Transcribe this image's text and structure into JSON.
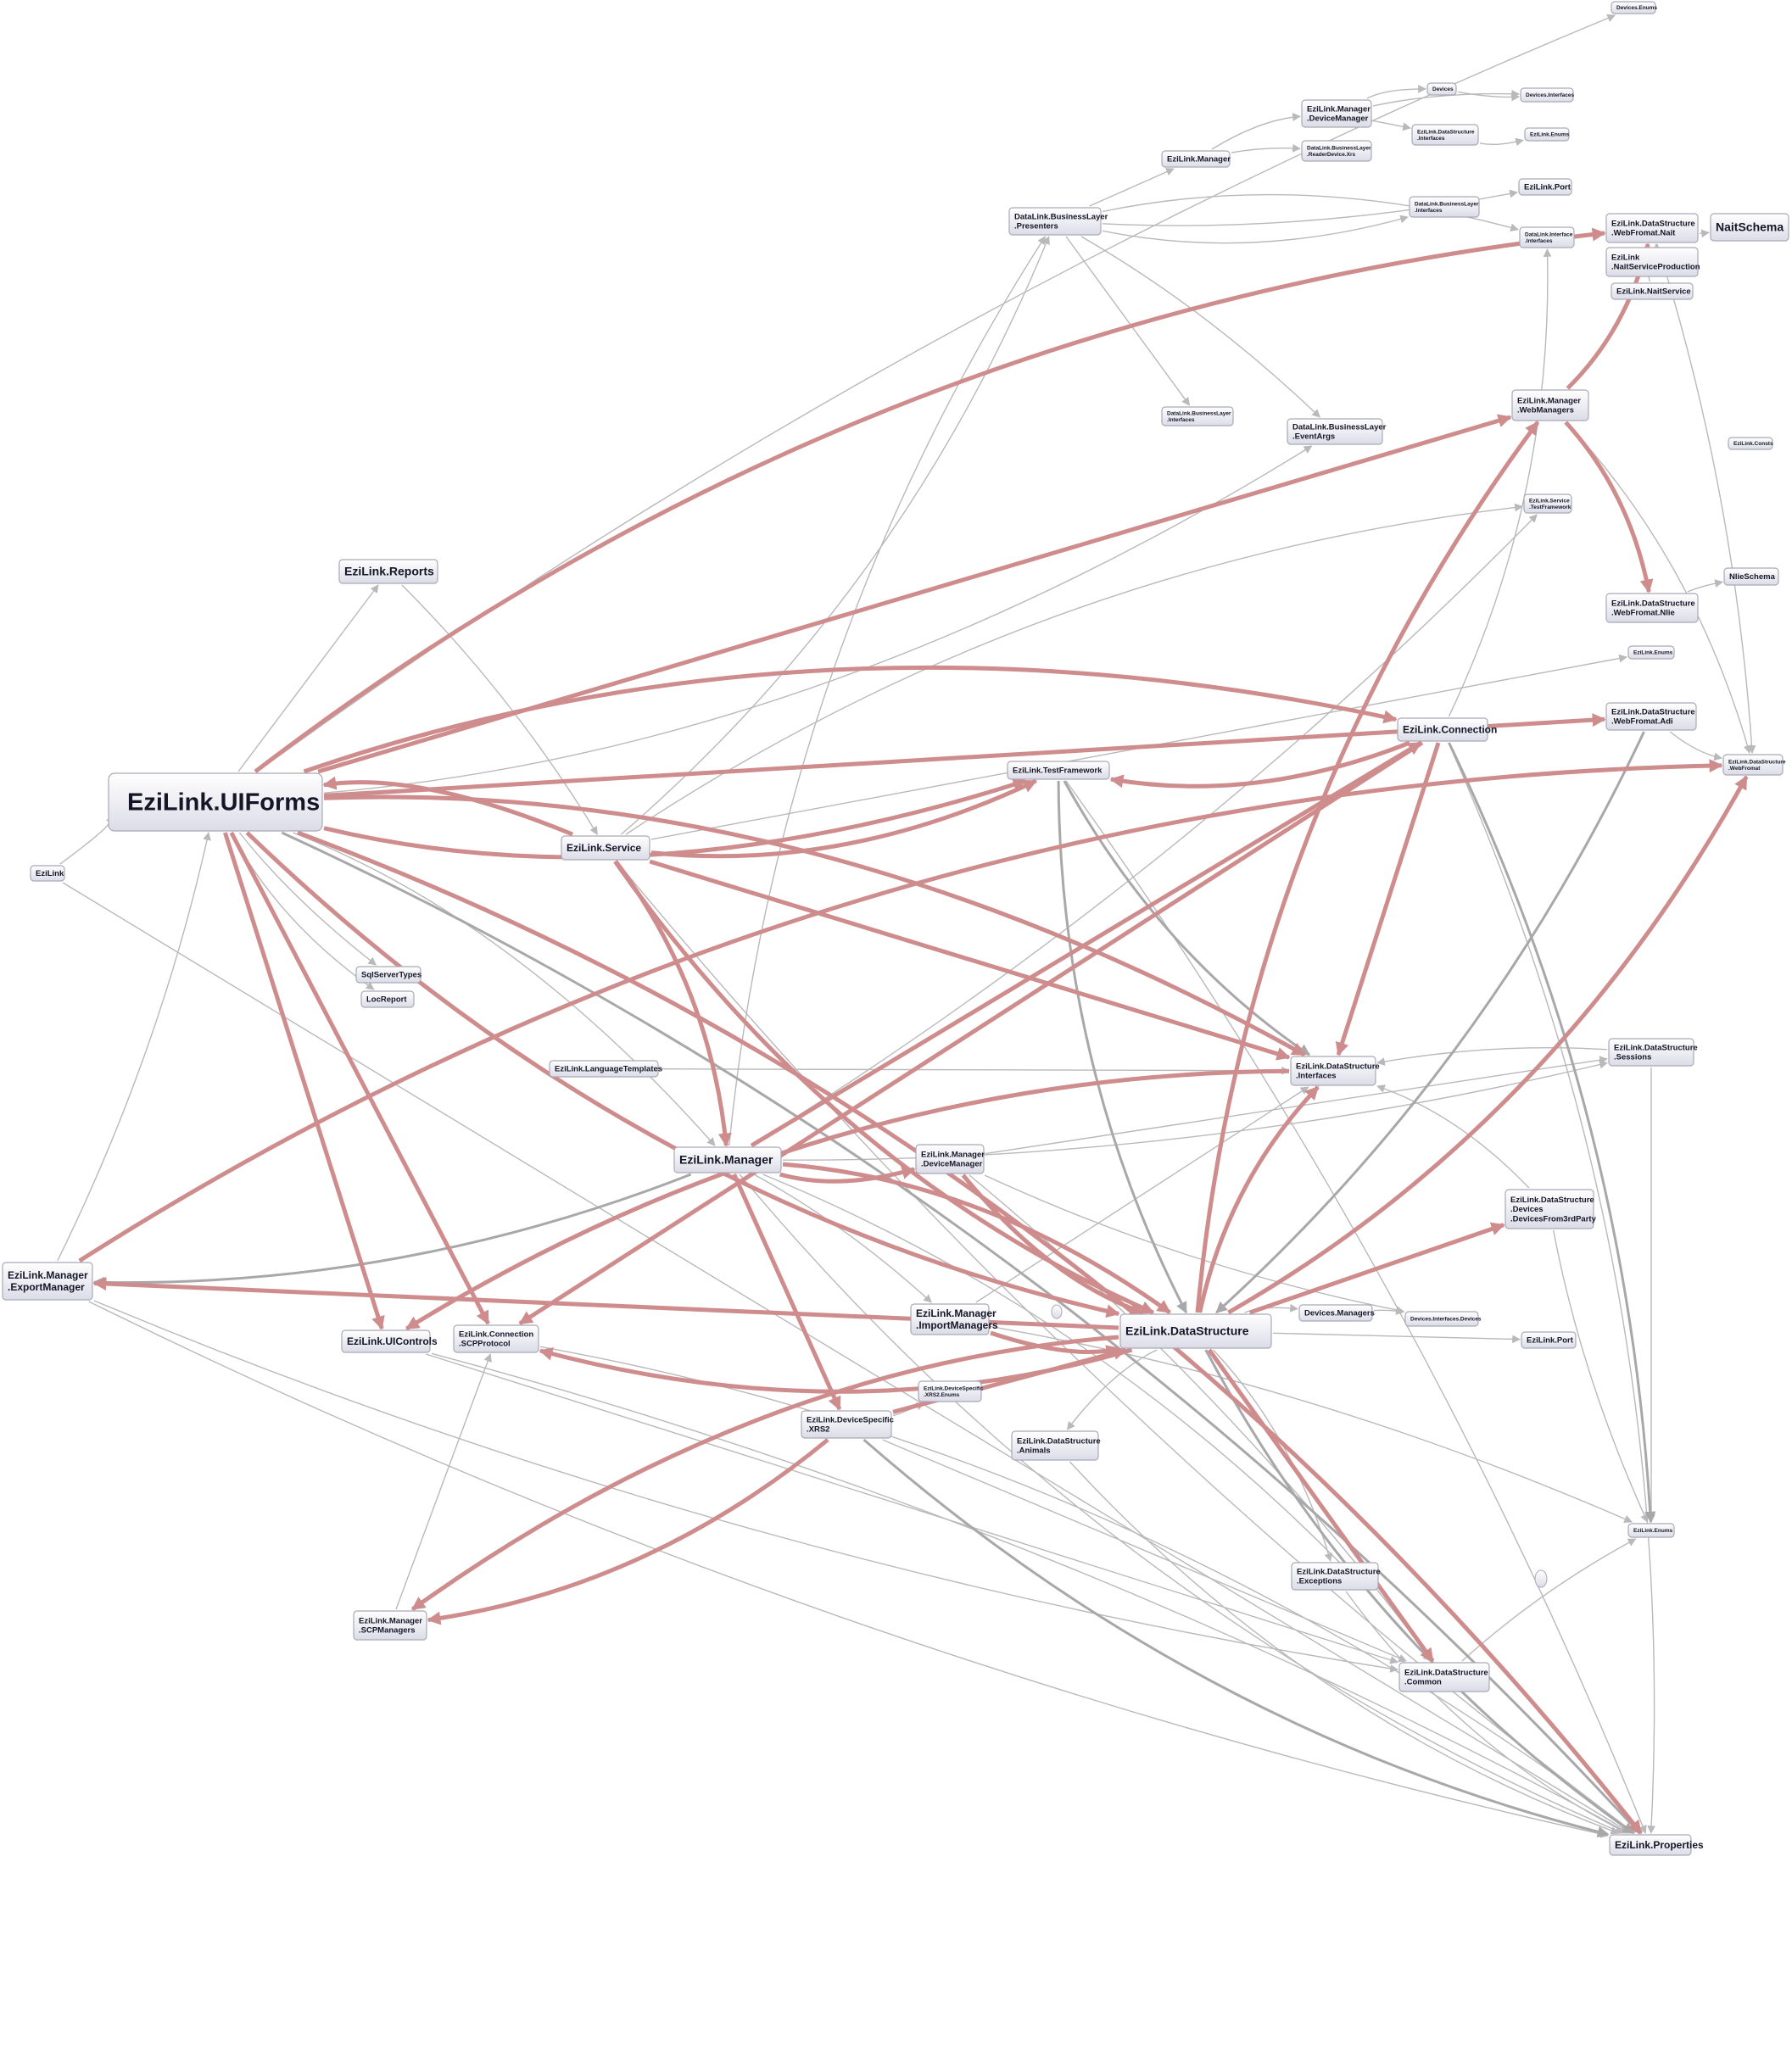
{
  "colors": {
    "background": "#ffffff",
    "node_fill_top": "#ffffff",
    "node_fill_bottom": "#dcdce8",
    "node_border": "#a9a9b8",
    "node_text": "#151528",
    "edge_gray": "#b9b9bb",
    "edge_dark_gray": "#a8a8aa",
    "edge_red": "#cf8c8c"
  },
  "nodes": [
    {
      "id": "devices_enums_top",
      "lines": [
        "Devices.Enums"
      ],
      "size": "xs"
    },
    {
      "id": "devices",
      "lines": [
        "Devices"
      ],
      "size": "xs"
    },
    {
      "id": "devices_interfaces",
      "lines": [
        "Devices.Interfaces"
      ],
      "size": "xs"
    },
    {
      "id": "manager_devicemanager_top",
      "lines": [
        "EziLink.Manager",
        ".DeviceManager"
      ],
      "size": "s"
    },
    {
      "id": "ezilink_datastructure_interfaces_top",
      "lines": [
        "EziLink.DataStructure",
        ".Interfaces"
      ],
      "size": "xs"
    },
    {
      "id": "ezilink_enums_top",
      "lines": [
        "EziLink.Enums"
      ],
      "size": "xs"
    },
    {
      "id": "ezilink_manager_top",
      "lines": [
        "EziLink.Manager"
      ],
      "size": "s"
    },
    {
      "id": "datalink_readerdevice",
      "lines": [
        "DataLink.BusinessLayer",
        ".ReaderDevice.Xrs"
      ],
      "size": "xs"
    },
    {
      "id": "ezilink_port_top",
      "lines": [
        "EziLink.Port"
      ],
      "size": "s"
    },
    {
      "id": "datalink_presenters",
      "lines": [
        "DataLink.BusinessLayer",
        ".Presenters"
      ],
      "size": "s"
    },
    {
      "id": "datalink_bl_interfaces_top",
      "lines": [
        "DataLink.BusinessLayer",
        ".Interfaces"
      ],
      "size": "xs"
    },
    {
      "id": "datalink_interface_interfaces",
      "lines": [
        "DataLink.Interface",
        ".Interfaces"
      ],
      "size": "xs"
    },
    {
      "id": "webfromat_nait",
      "lines": [
        "EziLink.DataStructure",
        ".WebFromat.Nait"
      ],
      "size": "s"
    },
    {
      "id": "naitschema",
      "lines": [
        "NaitSchema"
      ],
      "size": "l"
    },
    {
      "id": "naitserviceproduction",
      "lines": [
        "EziLink",
        ".NaitServiceProduction"
      ],
      "size": "s"
    },
    {
      "id": "naitservice",
      "lines": [
        "EziLink.NaitService"
      ],
      "size": "s"
    },
    {
      "id": "manager_webmanagers",
      "lines": [
        "EziLink.Manager",
        ".WebManagers"
      ],
      "size": "s"
    },
    {
      "id": "datalink_bl_interfaces_mid",
      "lines": [
        "DataLink.BusinessLayer",
        ".Interfaces"
      ],
      "size": "xs"
    },
    {
      "id": "datalink_eventargs",
      "lines": [
        "DataLink.BusinessLayer",
        ".EventArgs"
      ],
      "size": "s"
    },
    {
      "id": "ezilink_consts",
      "lines": [
        "EziLink.Consts"
      ],
      "size": "xs"
    },
    {
      "id": "service_testframework",
      "lines": [
        "EziLink.Service",
        ".TestFramework"
      ],
      "size": "xs"
    },
    {
      "id": "ezilink_reports",
      "lines": [
        "EziLink.Reports"
      ],
      "size": "l"
    },
    {
      "id": "nlieschema",
      "lines": [
        "NlieSchema"
      ],
      "size": "s"
    },
    {
      "id": "webfromat_nlie",
      "lines": [
        "EziLink.DataStructure",
        ".WebFromat.Nlie"
      ],
      "size": "s"
    },
    {
      "id": "ezilink_enums_mid",
      "lines": [
        "EziLink.Enums"
      ],
      "size": "xs"
    },
    {
      "id": "webfromat_adi",
      "lines": [
        "EziLink.DataStructure",
        ".WebFromat.Adi"
      ],
      "size": "s"
    },
    {
      "id": "ezilink_connection",
      "lines": [
        "EziLink.Connection"
      ],
      "size": "m"
    },
    {
      "id": "datastructure_webfromat",
      "lines": [
        "EziLink.DataStructure",
        ".WebFromat"
      ],
      "size": "xs"
    },
    {
      "id": "testframework",
      "lines": [
        "EziLink.TestFramework"
      ],
      "size": "s"
    },
    {
      "id": "uiforms",
      "lines": [
        "EziLink.UIForms"
      ],
      "size": "xl"
    },
    {
      "id": "ezilink_service",
      "lines": [
        "EziLink.Service"
      ],
      "size": "m"
    },
    {
      "id": "ezilink_root",
      "lines": [
        "EziLink"
      ],
      "size": "s"
    },
    {
      "id": "sqlservertypes",
      "lines": [
        "SqlServerTypes"
      ],
      "size": "s"
    },
    {
      "id": "locreport",
      "lines": [
        "LocReport"
      ],
      "size": "s"
    },
    {
      "id": "languagetemplates",
      "lines": [
        "EziLink.LanguageTemplates"
      ],
      "size": "s"
    },
    {
      "id": "ds_interfaces",
      "lines": [
        "EziLink.DataStructure",
        ".Interfaces"
      ],
      "size": "s"
    },
    {
      "id": "ds_sessions",
      "lines": [
        "EziLink.DataStructure",
        ".Sessions"
      ],
      "size": "s"
    },
    {
      "id": "ezilink_manager",
      "lines": [
        "EziLink.Manager"
      ],
      "size": "l"
    },
    {
      "id": "manager_devicemanager",
      "lines": [
        "EziLink.Manager",
        ".DeviceManager"
      ],
      "size": "s"
    },
    {
      "id": "ds_devicesfrom3rdparty",
      "lines": [
        "EziLink.DataStructure",
        ".Devices",
        ".DevicesFrom3rdParty"
      ],
      "size": "s"
    },
    {
      "id": "manager_exportmanager",
      "lines": [
        "EziLink.Manager",
        ".ExportManager"
      ],
      "size": "m"
    },
    {
      "id": "ezilink_uicontrols",
      "lines": [
        "EziLink.UIControls"
      ],
      "size": "m"
    },
    {
      "id": "connection_scpprotocol",
      "lines": [
        "EziLink.Connection",
        ".SCPProtocol"
      ],
      "size": "s"
    },
    {
      "id": "manager_importmanagers",
      "lines": [
        "EziLink.Manager",
        ".ImportManagers"
      ],
      "size": "m"
    },
    {
      "id": "ezilink_datastructure",
      "lines": [
        "EziLink.DataStructure"
      ],
      "size": "l"
    },
    {
      "id": "devices_managers",
      "lines": [
        "Devices.Managers"
      ],
      "size": "s"
    },
    {
      "id": "devices_interfaces_devices",
      "lines": [
        "Devices.Interfaces.Devices"
      ],
      "size": "xs"
    },
    {
      "id": "ezilink_port",
      "lines": [
        "EziLink.Port"
      ],
      "size": "s"
    },
    {
      "id": "devicespecific_xrs2_enums",
      "lines": [
        "EziLink.DeviceSpecific",
        ".XRS2.Enums"
      ],
      "size": "xs"
    },
    {
      "id": "devicespecific_xrs2",
      "lines": [
        "EziLink.DeviceSpecific",
        ".XRS2"
      ],
      "size": "s"
    },
    {
      "id": "ds_animals",
      "lines": [
        "EziLink.DataStructure",
        ".Animals"
      ],
      "size": "s"
    },
    {
      "id": "ezilink_enums_bottom",
      "lines": [
        "EziLink.Enums"
      ],
      "size": "xs"
    },
    {
      "id": "ds_exceptions",
      "lines": [
        "EziLink.DataStructure",
        ".Exceptions"
      ],
      "size": "s"
    },
    {
      "id": "manager_scpmanagers",
      "lines": [
        "EziLink.Manager",
        ".SCPManagers"
      ],
      "size": "s"
    },
    {
      "id": "ds_common",
      "lines": [
        "EziLink.DataStructure",
        ".Common"
      ],
      "size": "s"
    },
    {
      "id": "ezilink_properties",
      "lines": [
        "EziLink.Properties"
      ],
      "size": "m"
    }
  ],
  "edges_red": [
    [
      "uiforms",
      "webfromat_nait"
    ],
    [
      "uiforms",
      "manager_webmanagers"
    ],
    [
      "uiforms",
      "testframework"
    ],
    [
      "uiforms",
      "ezilink_connection"
    ],
    [
      "uiforms",
      "webfromat_adi"
    ],
    [
      "ezilink_service",
      "uiforms"
    ],
    [
      "uiforms",
      "ds_interfaces"
    ],
    [
      "uiforms",
      "ezilink_uicontrols"
    ],
    [
      "uiforms",
      "ezilink_datastructure"
    ],
    [
      "uiforms",
      "ezilink_properties"
    ],
    [
      "uiforms",
      "connection_scpprotocol"
    ],
    [
      "ezilink_service",
      "testframework"
    ],
    [
      "ezilink_service",
      "ezilink_manager"
    ],
    [
      "ezilink_service",
      "ds_interfaces"
    ],
    [
      "ezilink_service",
      "ezilink_datastructure"
    ],
    [
      "ezilink_connection",
      "testframework"
    ],
    [
      "ezilink_manager",
      "ezilink_connection"
    ],
    [
      "ezilink_manager",
      "manager_devicemanager"
    ],
    [
      "ezilink_manager",
      "ezilink_datastructure"
    ],
    [
      "ezilink_manager",
      "devicespecific_xrs2"
    ],
    [
      "manager_devicemanager",
      "ezilink_datastructure"
    ],
    [
      "ezilink_datastructure",
      "ds_interfaces"
    ],
    [
      "ezilink_datastructure",
      "ds_common"
    ],
    [
      "ezilink_datastructure",
      "datastructure_webfromat"
    ],
    [
      "ezilink_datastructure",
      "connection_scpprotocol"
    ],
    [
      "ezilink_datastructure",
      "manager_exportmanager"
    ],
    [
      "ezilink_datastructure",
      "manager_scpmanagers"
    ],
    [
      "ezilink_datastructure",
      "manager_webmanagers"
    ],
    [
      "ezilink_datastructure",
      "ds_devicesfrom3rdparty"
    ],
    [
      "manager_importmanagers",
      "ezilink_datastructure"
    ],
    [
      "devicespecific_xrs2",
      "manager_scpmanagers"
    ],
    [
      "devicespecific_xrs2",
      "ezilink_datastructure"
    ],
    [
      "manager_webmanagers",
      "webfromat_nait"
    ],
    [
      "manager_webmanagers",
      "webfromat_nlie"
    ],
    [
      "ezilink_connection",
      "connection_scpprotocol"
    ],
    [
      "ds_interfaces",
      "ezilink_uicontrols"
    ],
    [
      "manager_exportmanager",
      "datastructure_webfromat"
    ],
    [
      "ezilink_connection",
      "ds_interfaces"
    ]
  ],
  "edges_dark": [
    [
      "ezilink_connection",
      "ezilink_enums_bottom"
    ],
    [
      "testframework",
      "ds_interfaces"
    ],
    [
      "webfromat_adi",
      "ezilink_datastructure"
    ],
    [
      "ezilink_datastructure",
      "ezilink_properties"
    ],
    [
      "ezilink_manager",
      "manager_exportmanager"
    ],
    [
      "devicespecific_xrs2",
      "ezilink_properties"
    ],
    [
      "uiforms",
      "ezilink_properties"
    ],
    [
      "testframework",
      "ezilink_datastructure"
    ]
  ],
  "edges_gray": [
    [
      "manager_devicemanager_top",
      "devices"
    ],
    [
      "manager_devicemanager_top",
      "devices_interfaces"
    ],
    [
      "manager_devicemanager_top",
      "ezilink_datastructure_interfaces_top"
    ],
    [
      "devices",
      "devices_interfaces"
    ],
    [
      "ezilink_datastructure_interfaces_top",
      "ezilink_enums_top"
    ],
    [
      "ezilink_manager_top",
      "manager_devicemanager_top"
    ],
    [
      "ezilink_manager_top",
      "datalink_readerdevice"
    ],
    [
      "datalink_presenters",
      "ezilink_manager_top"
    ],
    [
      "datalink_presenters",
      "ezilink_port_top"
    ],
    [
      "datalink_presenters",
      "datalink_bl_interfaces_top"
    ],
    [
      "datalink_presenters",
      "datalink_interface_interfaces"
    ],
    [
      "datalink_presenters",
      "datalink_eventargs"
    ],
    [
      "datalink_presenters",
      "datalink_bl_interfaces_mid"
    ],
    [
      "webfromat_nait",
      "naitschema"
    ],
    [
      "naitserviceproduction",
      "webfromat_nait"
    ],
    [
      "naitservice",
      "webfromat_nait"
    ],
    [
      "webfromat_nlie",
      "nlieschema"
    ],
    [
      "uiforms",
      "ezilink_reports"
    ],
    [
      "uiforms",
      "sqlservertypes"
    ],
    [
      "uiforms",
      "locreport"
    ],
    [
      "ezilink_root",
      "uiforms"
    ],
    [
      "ezilink_reports",
      "ezilink_service"
    ],
    [
      "languagetemplates",
      "ds_interfaces"
    ],
    [
      "ds_sessions",
      "ds_interfaces"
    ],
    [
      "ds_devicesfrom3rdparty",
      "ds_interfaces"
    ],
    [
      "ezilink_datastructure",
      "devices_managers"
    ],
    [
      "devices_managers",
      "devices_interfaces_devices"
    ],
    [
      "ezilink_datastructure",
      "ezilink_port"
    ],
    [
      "devicespecific_xrs2",
      "devicespecific_xrs2_enums"
    ],
    [
      "ezilink_datastructure",
      "ds_animals"
    ],
    [
      "ezilink_datastructure",
      "ds_exceptions"
    ],
    [
      "ds_common",
      "ezilink_enums_bottom"
    ],
    [
      "manager_scpmanagers",
      "connection_scpprotocol"
    ],
    [
      "manager_exportmanager",
      "ezilink_properties"
    ],
    [
      "ezilink_service",
      "datalink_presenters"
    ],
    [
      "ezilink_manager",
      "datalink_presenters"
    ],
    [
      "ezilink_manager",
      "manager_importmanagers"
    ],
    [
      "manager_importmanagers",
      "ds_interfaces"
    ],
    [
      "ezilink_service",
      "ezilink_properties"
    ],
    [
      "ezilink_manager",
      "ezilink_properties"
    ],
    [
      "connection_scpprotocol",
      "ezilink_properties"
    ],
    [
      "ezilink_uicontrols",
      "ezilink_properties"
    ],
    [
      "ezilink_root",
      "ezilink_properties"
    ],
    [
      "manager_exportmanager",
      "uiforms"
    ],
    [
      "ezilink_connection",
      "datalink_interface_interfaces"
    ],
    [
      "manager_webmanagers",
      "datastructure_webfromat"
    ],
    [
      "webfromat_nait",
      "datastructure_webfromat"
    ],
    [
      "ds_sessions",
      "ezilink_enums_bottom"
    ],
    [
      "ds_devicesfrom3rdparty",
      "ezilink_enums_bottom"
    ],
    [
      "ds_exceptions",
      "ezilink_properties"
    ],
    [
      "ezilink_service",
      "service_testframework"
    ],
    [
      "testframework",
      "ezilink_properties"
    ],
    [
      "manager_devicemanager",
      "ds_sessions"
    ],
    [
      "ezilink_manager",
      "ds_sessions"
    ],
    [
      "uiforms",
      "datalink_eventargs"
    ],
    [
      "uiforms",
      "ezilink_manager"
    ],
    [
      "uiforms",
      "devices_enums_top"
    ],
    [
      "ezilink_service",
      "ezilink_enums_mid"
    ],
    [
      "manager_devicemanager",
      "devices_interfaces_devices"
    ],
    [
      "ds_animals",
      "ezilink_properties"
    ],
    [
      "ezilink_manager",
      "ds_common"
    ],
    [
      "manager_devicemanager",
      "ds_common"
    ],
    [
      "ezilink_uicontrols",
      "ds_common"
    ],
    [
      "manager_exportmanager",
      "ds_common"
    ],
    [
      "webfromat_adi",
      "datastructure_webfromat"
    ],
    [
      "ezilink_connection",
      "ezilink_properties"
    ],
    [
      "manager_importmanagers",
      "ezilink_enums_bottom"
    ],
    [
      "devicespecific_xrs2",
      "ds_common"
    ],
    [
      "ezilink_manager",
      "service_testframework"
    ]
  ]
}
